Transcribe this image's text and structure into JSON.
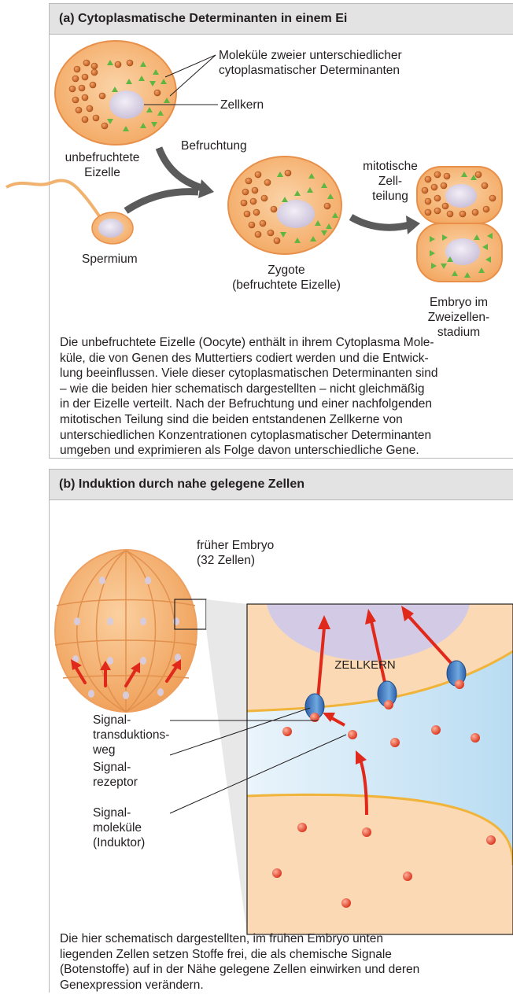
{
  "panel_a": {
    "header": "(a) Cytoplasmatische Determinanten in einem Ei",
    "label_molecules": "Moleküle zweier unterschiedlicher\ncytoplasmatischer Determinanten",
    "label_nucleus": "Zellkern",
    "label_egg": "unbefruchtete\nEizelle",
    "label_fertilization": "Befruchtung",
    "label_mitosis": "mitotische\nZell-\nteilung",
    "label_sperm": "Spermium",
    "label_zygote": "Zygote\n(befruchtete Eizelle)",
    "label_embryo": "Embryo im\nZweizellen-\nstadium",
    "caption": "Die unbefruchtete Eizelle (Oocyte) enthält in ihrem Cytoplasma Mole-\nküle, die von Genen des Muttertiers codiert werden und die Entwick-\nlung beeinflussen. Viele dieser cytoplasmatischen Determinanten sind\n– wie die beiden hier schematisch dargestellten – nicht gleichmäßig\nin der Eizelle verteilt. Nach der Befruchtung und einer nachfolgenden\nmitotischen Teilung sind die beiden entstandenen Zellkerne von\nunterschiedlichen Konzentrationen cytoplasmatischer Determinanten\numgeben und exprimieren als Folge davon unterschiedliche Gene."
  },
  "panel_b": {
    "header": "(b) Induktion durch nahe gelegene Zellen",
    "label_embryo": "früher Embryo\n(32 Zellen)",
    "label_nucleus": "ZELLKERN",
    "label_pathway": "Signal-\ntransduktions-\nweg",
    "label_receptor": "Signal-\nrezeptor",
    "label_molecules": "Signal-\nmoleküle\n(Induktor)",
    "caption": "Die hier schematisch dargestellten, im frühen Embryo unten\nliegenden Zellen setzen Stoffe frei, die als chemische Signale\n(Botenstoffe) auf in der Nähe gelegene Zellen einwirken und deren\nGenexpression verändern."
  },
  "colors": {
    "cytoplasm": "#f5b882",
    "cell_outline": "#e8904a",
    "nucleus": "#d9d0e4",
    "green_determinant": "#5fb640",
    "orange_determinant": "#cf6a2a",
    "arrow_gray": "#5b5b5b",
    "arrow_red": "#e0291b",
    "extracellular": "#cfe6f6",
    "receptor": "#3f7fc8",
    "signal_molecule": "#e8442a"
  }
}
